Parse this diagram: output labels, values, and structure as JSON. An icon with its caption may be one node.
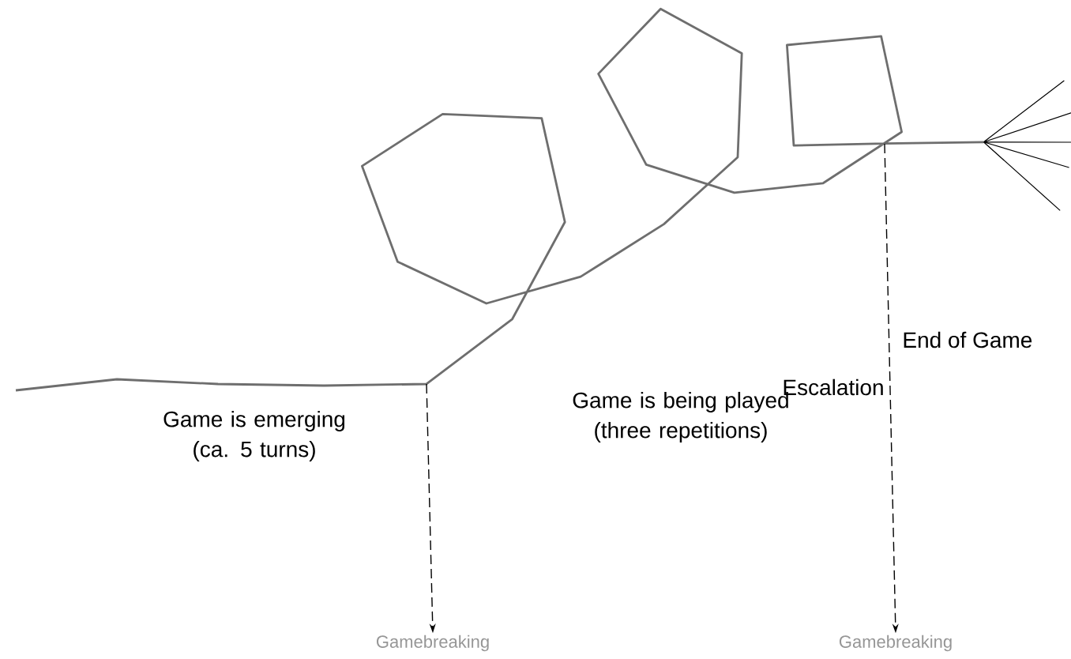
{
  "diagram": {
    "nodes": [
      {
        "text": [
          "Gamebreaking"
        ]
      },
      {
        "text": [
          "Gamebreaking"
        ]
      }
    ],
    "edges": [
      {
        "from": null,
        "to": 0,
        "arrow": "to",
        "style": "dashed"
      },
      {
        "from": null,
        "to": 1,
        "arrow": "to",
        "style": "dashed"
      }
    ],
    "labels": [
      "End of Game",
      "Escalation",
      "Game is emerging (ca. 5 turns)",
      "Game is being played (three repetitions)"
    ]
  }
}
